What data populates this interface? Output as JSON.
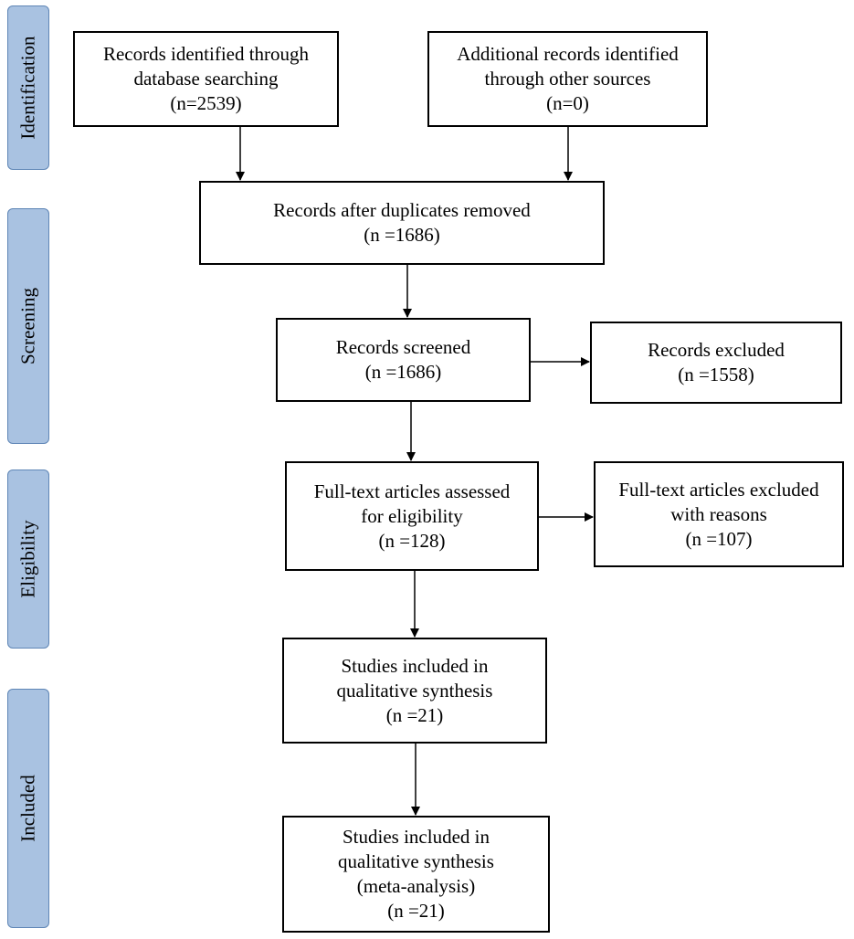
{
  "phases": [
    {
      "id": "identification",
      "label": "Identification"
    },
    {
      "id": "screening",
      "label": "Screening"
    },
    {
      "id": "eligibility",
      "label": "Eligibility"
    },
    {
      "id": "included",
      "label": "Included"
    }
  ],
  "boxes": {
    "database_records": {
      "lines": [
        "Records identified through",
        "database searching",
        "(n=2539)"
      ]
    },
    "other_sources": {
      "lines": [
        "Additional records identified",
        "through other sources",
        "(n=0)"
      ]
    },
    "duplicates_removed": {
      "lines": [
        "Records after duplicates removed",
        "(n =1686)"
      ]
    },
    "screened": {
      "lines": [
        "Records screened",
        "(n =1686)"
      ]
    },
    "excluded": {
      "lines": [
        "Records excluded",
        "(n =1558)"
      ]
    },
    "fulltext_assessed": {
      "lines": [
        "Full-text articles assessed",
        "for eligibility",
        "(n =128)"
      ]
    },
    "fulltext_excluded": {
      "lines": [
        "Full-text articles excluded",
        "with reasons",
        "(n =107)"
      ]
    },
    "qualitative": {
      "lines": [
        "Studies included in",
        "qualitative synthesis",
        "(n =21)"
      ]
    },
    "meta_analysis": {
      "lines": [
        "Studies included in",
        "qualitative synthesis",
        "(meta-analysis)",
        "(n =21)"
      ]
    }
  }
}
